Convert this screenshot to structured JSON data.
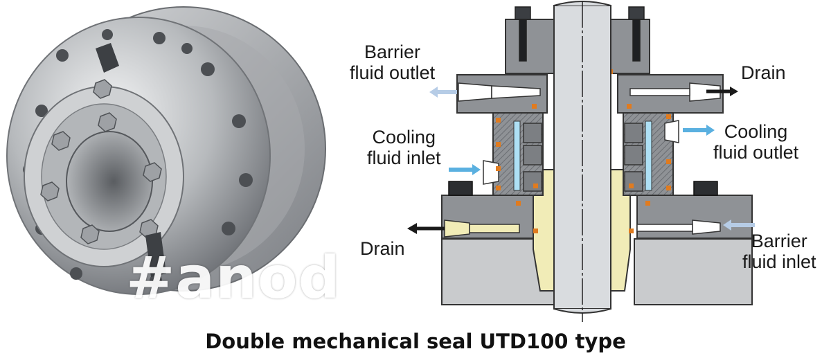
{
  "caption": "Double mechanical seal UTD100 type",
  "watermark": "#anod",
  "labels": {
    "barrier_outlet": [
      "Barrier",
      "fluid outlet"
    ],
    "drain_top": [
      "Drain"
    ],
    "cooling_inlet": [
      "Cooling",
      "fluid inlet"
    ],
    "cooling_outlet": [
      "Cooling",
      "fluid outlet"
    ],
    "drain_bottom": [
      "Drain"
    ],
    "barrier_inlet": [
      "Barrier",
      "fluid inlet"
    ]
  },
  "colors": {
    "steel": "#8f9296",
    "steel_light": "#c4c6c8",
    "hatch": "#5e6166",
    "shaft": "#d9dcdf",
    "brass": "#f1ecb7",
    "ring_blue": "#aee0f5",
    "oring": "#e07b1f",
    "arrow_light": "#b6cce6",
    "arrow_blue": "#5ab0e0",
    "arrow_dark": "#1a1a1a"
  }
}
